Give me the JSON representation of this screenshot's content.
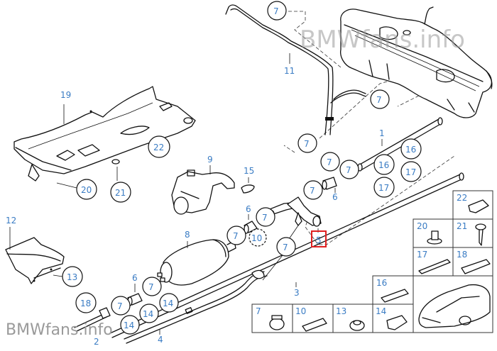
{
  "diagram": {
    "title": "Fuel pump and fuel lines parts diagram",
    "watermark_top": "BMWfans.info",
    "watermark_bottom": "BMWfans.info",
    "label_color": "#3a7cc4",
    "highlight_color": "#e02020",
    "highlighted_part": "5",
    "callouts": {
      "p1": "1",
      "p2": "2",
      "p3": "3",
      "p4": "4",
      "p5": "5",
      "p6a": "6",
      "p6b": "6",
      "p6c": "6",
      "p8": "8",
      "p9": "9",
      "p11": "11",
      "p12": "12",
      "p15": "15",
      "p19": "19"
    },
    "circled": {
      "c7a": "7",
      "c7b": "7",
      "c7c": "7",
      "c7d": "7",
      "c7e": "7",
      "c7f": "7",
      "c7g": "7",
      "c7h": "7",
      "c7i": "7",
      "c7j": "7",
      "c7k": "7",
      "c10": "10",
      "c13": "13",
      "c14a": "14",
      "c14b": "14",
      "c14c": "14",
      "c16a": "16",
      "c16b": "16",
      "c17a": "17",
      "c17b": "17",
      "c18": "18",
      "c20": "20",
      "c21": "21",
      "c22": "22"
    },
    "inset_parts": {
      "i22": "22",
      "i20": "20",
      "i21": "21",
      "i17": "17",
      "i18": "18",
      "i16": "16",
      "i7": "7",
      "i10": "10",
      "i13": "13",
      "i14": "14"
    }
  }
}
